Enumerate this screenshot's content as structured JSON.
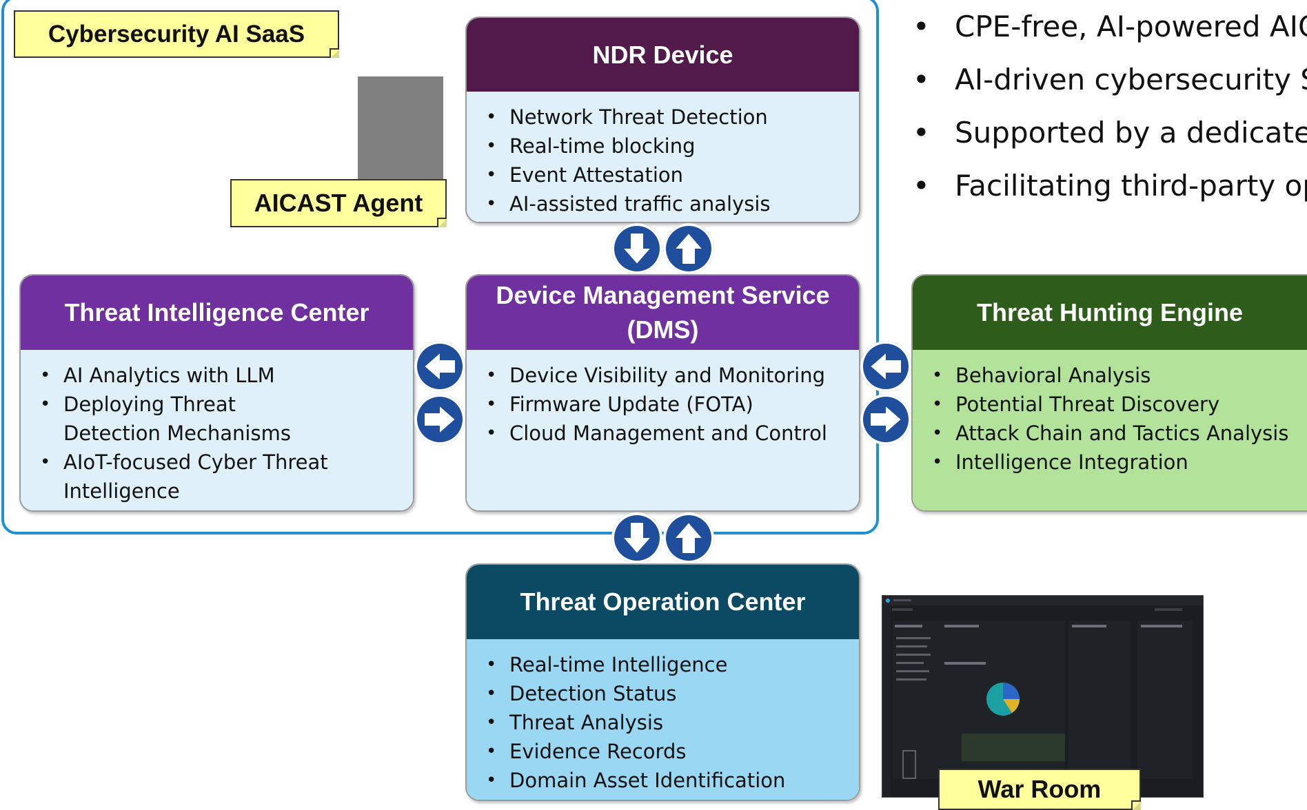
{
  "saas_label": "Cybersecurity AI SaaS",
  "agent_label": "AICAST Agent",
  "right_bullets": [
    "CPE-free, AI-powered AIC",
    "AI-driven cybersecurity S",
    "Supported by a dedicated",
    "Facilitating third-party op"
  ],
  "ndr": {
    "title": "NDR Device",
    "items": [
      "Network Threat Detection",
      "Real-time blocking",
      "Event Attestation",
      "AI-assisted traffic analysis"
    ]
  },
  "dms": {
    "title_line1": "Device Management Service",
    "title_line2": "(DMS)",
    "items": [
      "Device Visibility and Monitoring",
      "Firmware Update (FOTA)",
      "Cloud Management and Control"
    ]
  },
  "tic": {
    "title": "Threat Intelligence Center",
    "items": [
      "AI Analytics with LLM",
      "Deploying Threat Detection Mechanisms",
      "AIoT-focused Cyber Threat Intelligence"
    ]
  },
  "the": {
    "title": "Threat Hunting Engine",
    "items": [
      "Behavioral Analysis",
      "Potential Threat Discovery",
      "Attack Chain and Tactics Analysis",
      "Intelligence Integration"
    ]
  },
  "toc": {
    "title": "Threat Operation Center",
    "items": [
      "Real-time Intelligence",
      "Detection Status",
      "Threat Analysis",
      "Evidence Records",
      "Domain Asset Identification"
    ]
  },
  "war_room_label": "War Room",
  "colors": {
    "frame": "#1f8fd0",
    "ndr_header": "#521a4b",
    "purple_header": "#7030a0",
    "green_header": "#2e5d1b",
    "teal_header": "#0c4a63",
    "light_blue_body": "#dff0f9",
    "green_body": "#b3e29a",
    "toc_body": "#9ad7f3",
    "arrow": "#1f4e9c",
    "note": "#ffff9c"
  },
  "icons": [
    "arrow-down-icon",
    "arrow-up-icon",
    "arrow-left-icon",
    "arrow-right-icon"
  ]
}
